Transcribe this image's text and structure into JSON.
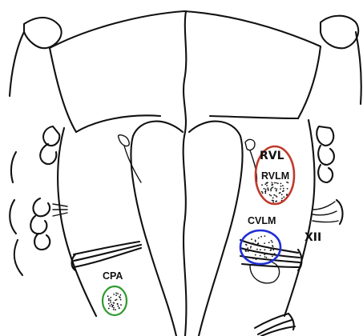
{
  "diagram": {
    "labels": {
      "rvlm_handwritten": "RVL",
      "rvlm": "RVLM",
      "cvlm": "CVLM",
      "cpa": "CPA",
      "xii": "XII"
    },
    "colors": {
      "background": "#ffffff",
      "ink": "#111111",
      "rvlm_outline": "#c0392b",
      "cvlm_outline": "#1f2fd6",
      "cpa_outline": "#2e9b2e"
    }
  }
}
